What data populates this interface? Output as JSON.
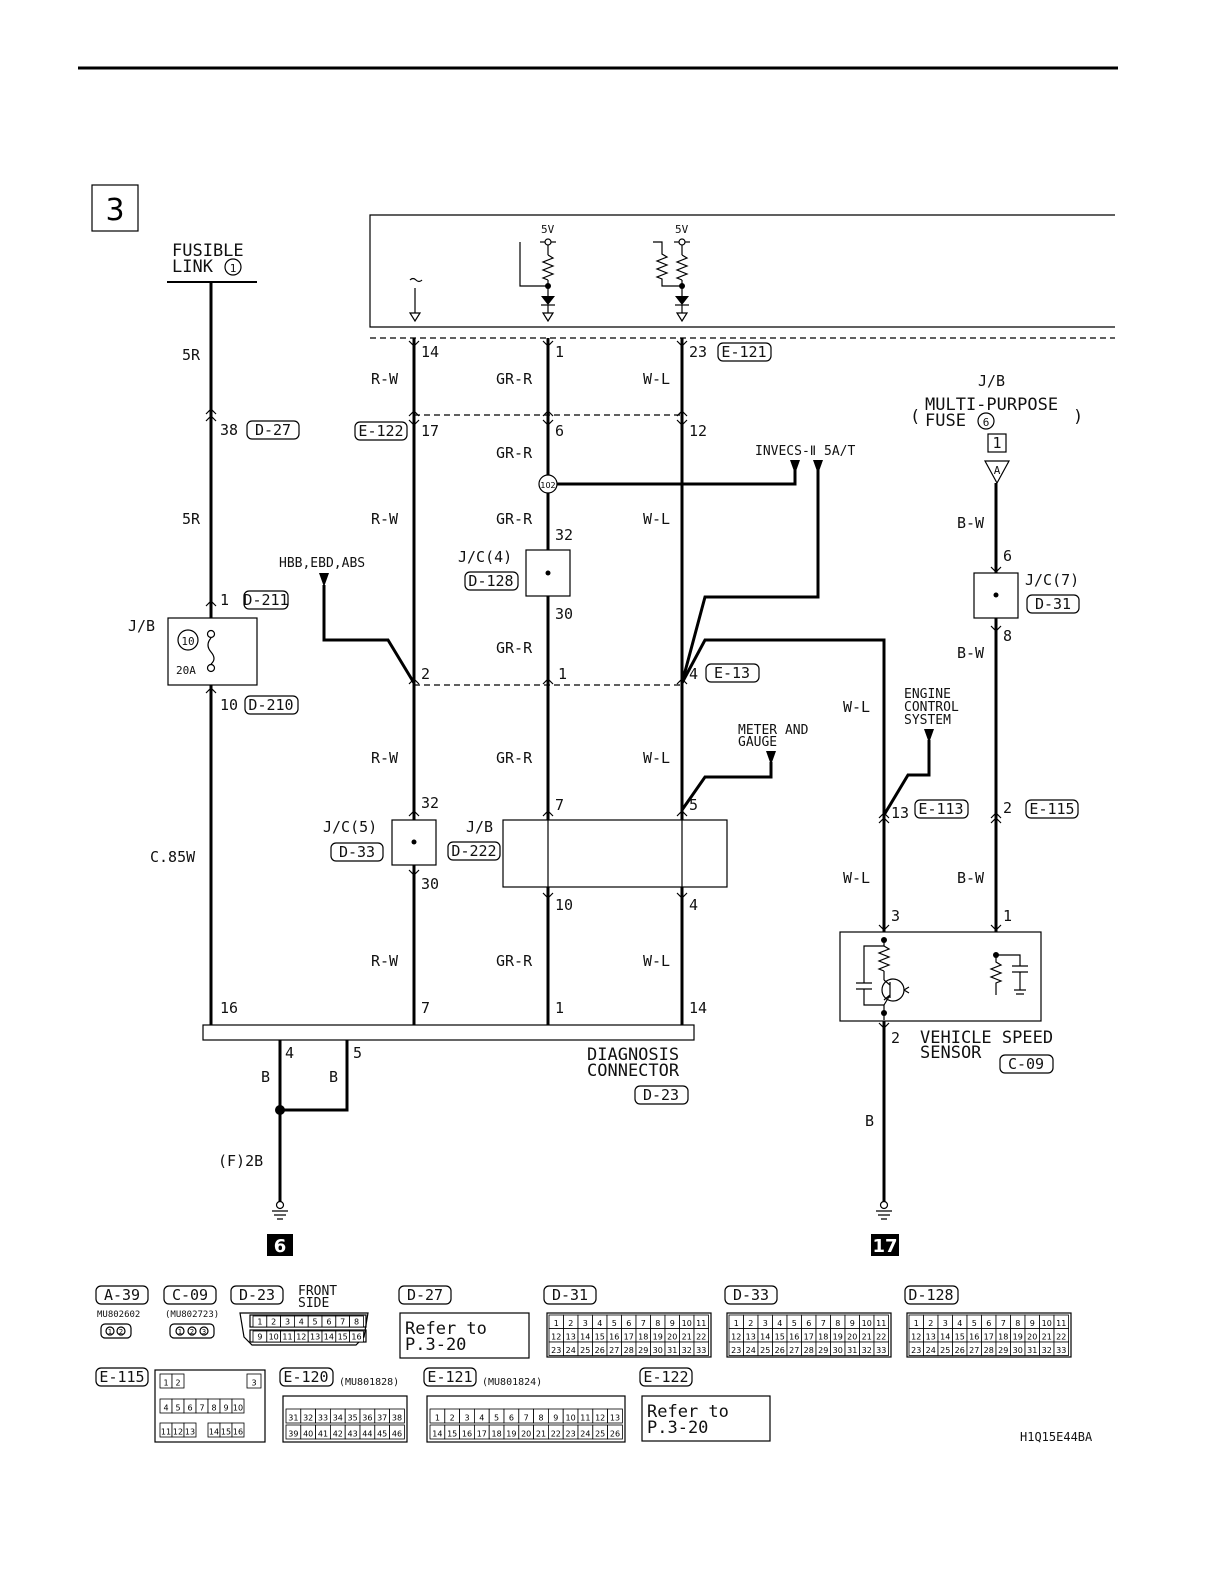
{
  "page_section": "3",
  "drawing_code": "H1Q15E44BA",
  "sources": {
    "fusible_link": {
      "line1": "FUSIBLE",
      "line2": "LINK",
      "num": "1"
    },
    "jb_fuse": {
      "jb": "J/B",
      "line1": "MULTI-PURPOSE",
      "line2": "FUSE",
      "num": "6",
      "marker": "1",
      "arrow": "A"
    }
  },
  "ecu": {
    "v1": "5V",
    "v2": "5V"
  },
  "wire_labels": {
    "w5r_1": "5R",
    "w5r_2": "5R",
    "c085w": "C.85W",
    "rw_1": "R-W",
    "rw_2": "R-W",
    "rw_3": "R-W",
    "rw_4": "R-W",
    "grr_1": "GR-R",
    "grr_2": "GR-R",
    "grr_3": "GR-R",
    "grr_4": "GR-R",
    "grr_5": "GR-R",
    "grr_6": "GR-R",
    "wl_1": "W-L",
    "wl_2": "W-L",
    "wl_3": "W-L",
    "wl_4": "W-L",
    "wl_5": "W-L",
    "wl_6": "W-L",
    "bw_1": "B-W",
    "bw_2": "B-W",
    "bw_3": "B-W",
    "b_1": "B",
    "b_2": "B",
    "b_3": "B",
    "f2b": "(F)2B"
  },
  "pins": {
    "p38": "38",
    "p14": "14",
    "p1a": "1",
    "p23": "23",
    "p17": "17",
    "p6": "6",
    "p12": "12",
    "p32a": "32",
    "p30a": "30",
    "p1b": "1",
    "p10b": "10",
    "p2": "2",
    "p1c": "1",
    "p4a": "4",
    "p32b": "32",
    "p30b": "30",
    "p7a": "7",
    "p5a": "5",
    "p10c": "10",
    "p4b": "4",
    "p16": "16",
    "p7b": "7",
    "p1d": "1",
    "p14b": "14",
    "p4c": "4",
    "p5b": "5",
    "p6b": "6",
    "p8": "8",
    "p13": "13",
    "p2b": "2",
    "p3": "3",
    "p1e": "1",
    "p2c": "2"
  },
  "connector_tags": {
    "d27": "D-27",
    "d211": "D-211",
    "d210": "D-210",
    "e122": "E-122",
    "e121": "E-121",
    "d128": "D-128",
    "e13": "E-13",
    "d33": "D-33",
    "d222": "D-222",
    "d31": "D-31",
    "e113": "E-113",
    "e115": "E-115",
    "c09": "C-09",
    "d23": "D-23"
  },
  "components": {
    "jb_left": "J/B",
    "fuse_num": "10",
    "fuse_amp": "20A",
    "jc4": "J/C(4)",
    "jc5": "J/C(5)",
    "jb_mid": "J/B",
    "jc7": "J/C(7)",
    "splice": "102",
    "vss1": "VEHICLE SPEED",
    "vss2": "SENSOR",
    "diag1": "DIAGNOSIS",
    "diag2": "CONNECTOR"
  },
  "branches": {
    "hbb": "HBB,EBD,ABS",
    "invecs": "INVECS-Ⅱ 5A/T",
    "meter1": "METER AND",
    "meter2": "GAUGE",
    "eng1": "ENGINE",
    "eng2": "CONTROL",
    "eng3": "SYSTEM"
  },
  "grounds": {
    "g1": "6",
    "g2": "17"
  },
  "legend": {
    "a39": {
      "tag": "A-39",
      "part": "MU802602"
    },
    "c09": {
      "tag": "C-09",
      "part": "(MU802723)"
    },
    "d23": {
      "tag": "D-23",
      "note1": "FRONT",
      "note2": "SIDE"
    },
    "d27": {
      "tag": "D-27",
      "ref1": "Refer to",
      "ref2": "P.3-20"
    },
    "d31": {
      "tag": "D-31"
    },
    "d33": {
      "tag": "D-33"
    },
    "d128": {
      "tag": "D-128"
    },
    "e115": {
      "tag": "E-115"
    },
    "e120": {
      "tag": "E-120",
      "part": "(MU801828)"
    },
    "e121": {
      "tag": "E-121",
      "part": "(MU801824)"
    },
    "e122": {
      "tag": "E-122",
      "ref1": "Refer to",
      "ref2": "P.3-20"
    }
  }
}
